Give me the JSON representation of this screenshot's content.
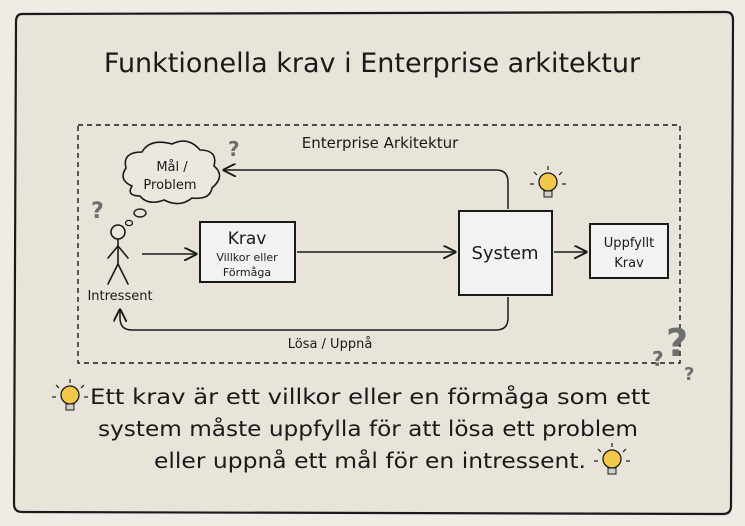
{
  "title": "Funktionella krav i Enterprise arkitektur",
  "frame_label": "Enterprise Arkitektur",
  "cloud": {
    "line1": "Mål /",
    "line2": "Problem"
  },
  "stakeholder_label": "Intressent",
  "krav_box": {
    "title": "Krav",
    "line1": "Villkor eller",
    "line2": "Förmåga"
  },
  "system_label": "System",
  "fulfilled_box": {
    "line1": "Uppfyllt",
    "line2": "Krav"
  },
  "return_label": "Lösa / Uppnå",
  "note": {
    "line1": "Ett krav är ett villkor eller en förmåga som ett",
    "line2": "system måste uppfylla för att lösa ett problem",
    "line3": "eller uppnå ett mål för en intressent."
  },
  "icons": [
    "lightbulb-icon",
    "question-mark-icon",
    "stick-figure-icon",
    "thought-cloud-icon"
  ],
  "colors": {
    "background": "#efece6",
    "card": "#e9e4da",
    "ink": "#1a1a1a",
    "box_fill": "#f2f2f2",
    "bulb": "#f2c84b"
  }
}
